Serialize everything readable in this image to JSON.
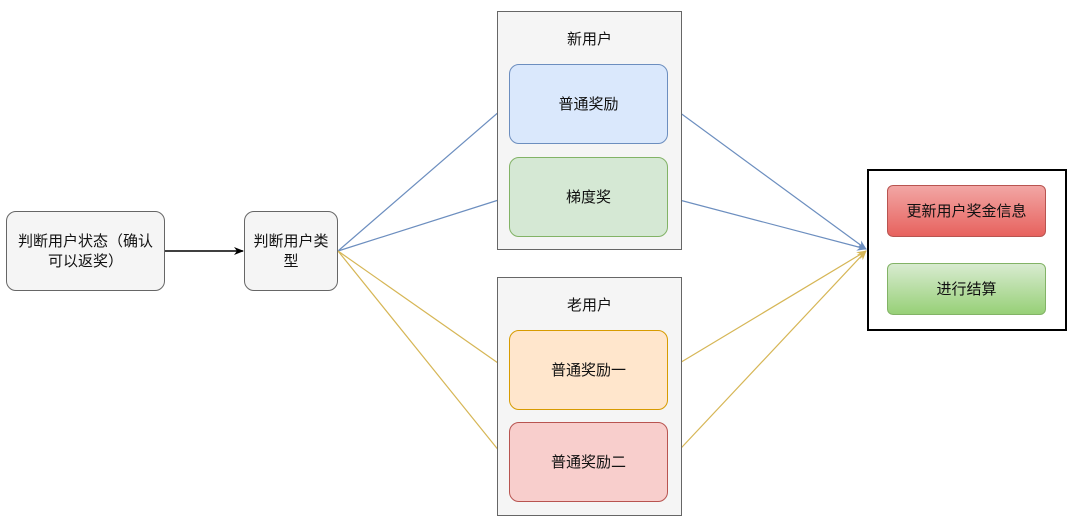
{
  "nodes": {
    "check_status": "判断用户状态（确认可以返奖）",
    "check_type": "判断用户类型",
    "new_normal": "普通奖励",
    "new_tier": "梯度奖",
    "old_normal_1": "普通奖励一",
    "old_normal_2": "普通奖励二",
    "update_info": "更新用户奖金信息",
    "settle": "进行结算"
  },
  "groups": {
    "new_user": "新用户",
    "old_user": "老用户"
  },
  "colors": {
    "arrow_black": "#000000",
    "arrow_blue": "#6c8ebf",
    "arrow_yellow": "#d6b656"
  }
}
